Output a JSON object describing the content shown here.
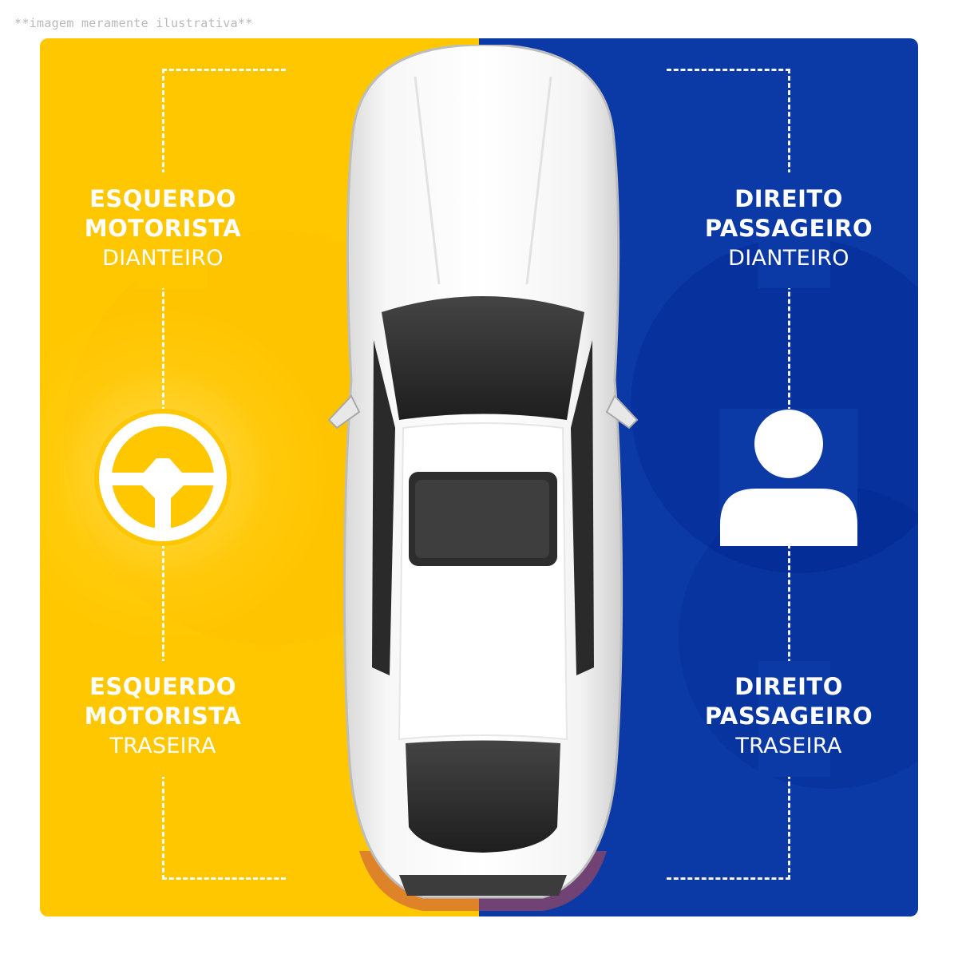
{
  "disclaimer": "**imagem meramente ilustrativa**",
  "colors": {
    "left_panel": "#ffc700",
    "right_panel": "#0b3aa7",
    "text": "#ffffff"
  },
  "positions": {
    "front_left": {
      "line1": "ESQUERDO",
      "line2": "MOTORISTA",
      "line3": "DIANTEIRO"
    },
    "front_right": {
      "line1": "DIREITO",
      "line2": "PASSAGEIRO",
      "line3": "DIANTEIRO"
    },
    "rear_left": {
      "line1": "ESQUERDO",
      "line2": "MOTORISTA",
      "line3": "TRASEIRA"
    },
    "rear_right": {
      "line1": "DIREITO",
      "line2": "PASSAGEIRO",
      "line3": "TRASEIRA"
    }
  },
  "icons": {
    "driver": "steering-wheel-icon",
    "passenger": "person-icon",
    "vehicle": "car-top-view"
  }
}
